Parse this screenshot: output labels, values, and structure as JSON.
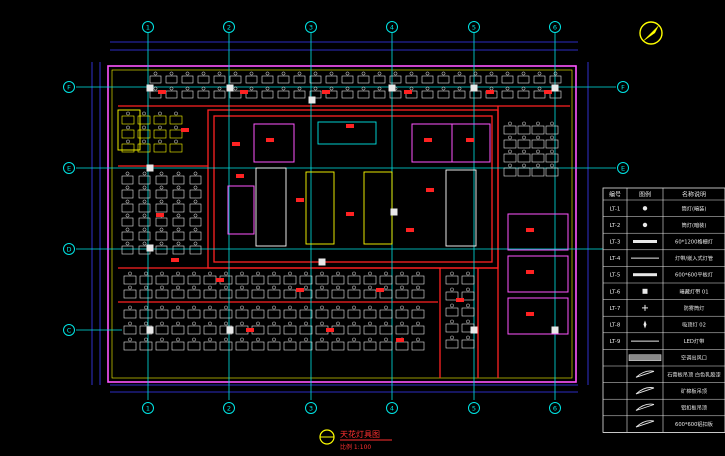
{
  "colors": {
    "background": "#000000",
    "axis": "#00e5e5",
    "wall": "#ff2222",
    "dimension": "#3b3bff",
    "furniture": "#e8e8e8",
    "table_frame": "#ffff00",
    "border": "#ffffff",
    "outline": "#ff55ff",
    "title": "#ff3030"
  },
  "grid_labels_top": [
    "1",
    "2",
    "3",
    "4",
    "5",
    "6"
  ],
  "grid_labels_bottom": [
    "1",
    "2",
    "3",
    "4",
    "5",
    "6"
  ],
  "grid_labels_left": [
    "F",
    "E",
    "D",
    "C"
  ],
  "grid_labels_right": [
    "F",
    "E",
    "D"
  ],
  "drawing": {
    "title": "天花灯具图",
    "scale": "比例 1:100"
  },
  "legend": {
    "headers": [
      "编号",
      "图例",
      "名称说明"
    ],
    "rows": [
      {
        "code": "LT-1",
        "symbol": "dot",
        "desc": "筒灯(暗装)"
      },
      {
        "code": "LT-2",
        "symbol": "dot",
        "desc": "筒灯(暗装)"
      },
      {
        "code": "LT-3",
        "symbol": "bar",
        "desc": "60*1200格栅灯"
      },
      {
        "code": "LT-4",
        "symbol": "line",
        "desc": "灯带/嵌入式灯管"
      },
      {
        "code": "LT-5",
        "symbol": "bar",
        "desc": "600*600平板灯"
      },
      {
        "code": "LT-6",
        "symbol": "square",
        "desc": "暗藏灯带 01"
      },
      {
        "code": "LT-7",
        "symbol": "cross",
        "desc": "防雾筒灯"
      },
      {
        "code": "LT-8",
        "symbol": "star",
        "desc": "吸顶灯 02"
      },
      {
        "code": "LT-9",
        "symbol": "line",
        "desc": "LED灯带"
      },
      {
        "code": "",
        "symbol": "strip",
        "desc": "空调出风口"
      },
      {
        "code": "",
        "symbol": "fan",
        "desc": "石膏板吊顶 白色乳胶漆"
      },
      {
        "code": "",
        "symbol": "fan",
        "desc": "矿棉板吊顶"
      },
      {
        "code": "",
        "symbol": "fan",
        "desc": "铝扣板吊顶"
      },
      {
        "code": "",
        "symbol": "fan",
        "desc": "600*600铝扣板"
      }
    ]
  }
}
